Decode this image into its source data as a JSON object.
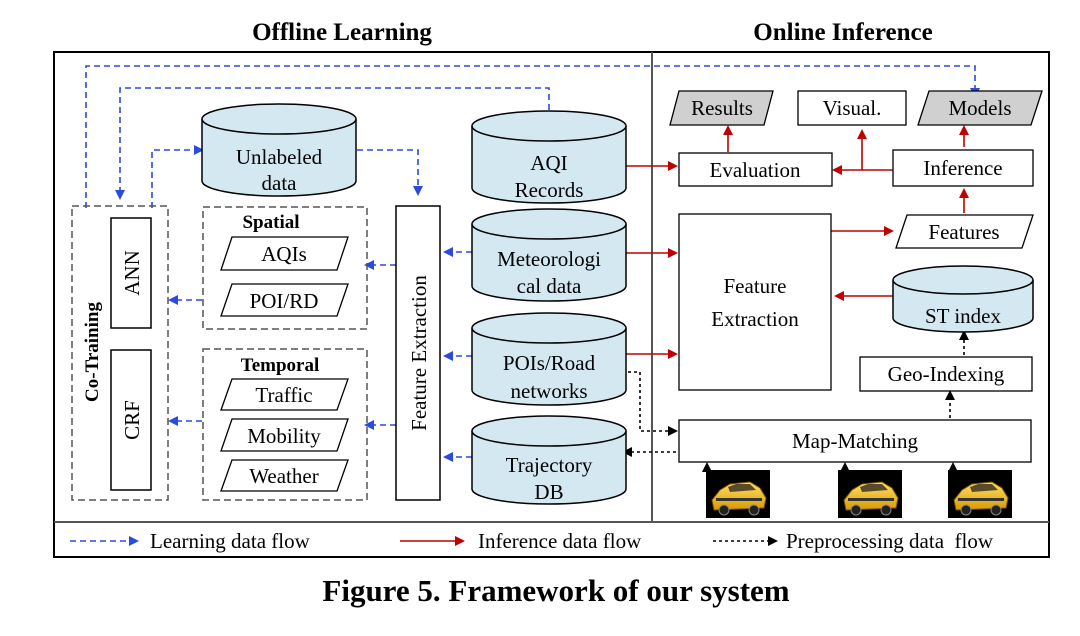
{
  "headers": {
    "offline": "Offline Learning",
    "online": "Online Inference"
  },
  "sources": {
    "unlabeled": [
      "Unlabeled",
      "data"
    ],
    "aqi": [
      "AQI",
      "Records"
    ],
    "meteorological": [
      "Meteorologi",
      "cal data"
    ],
    "pois": [
      "POIs/Road",
      "networks"
    ],
    "trajectory": [
      "Trajectory",
      "DB"
    ]
  },
  "offline": {
    "feature_extraction": "Feature Extraction",
    "spatial": {
      "title": "Spatial",
      "items": [
        "AQIs",
        "POI/RD"
      ]
    },
    "temporal": {
      "title": "Temporal",
      "items": [
        "Traffic",
        "Mobility",
        "Weather"
      ]
    },
    "co_training": "Co-Training",
    "ann": "ANN",
    "crf": "CRF"
  },
  "online": {
    "results": "Results",
    "visual": "Visual.",
    "models": "Models",
    "evaluation": "Evaluation",
    "inference": "Inference",
    "features": "Features",
    "feature_extraction": [
      "Feature",
      "Extraction"
    ],
    "st_index": "ST index",
    "geo_indexing": "Geo-Indexing",
    "map_matching": "Map-Matching"
  },
  "legend": {
    "learning": "Learning data flow",
    "inference": "Inference data flow",
    "preprocessing": "Preprocessing data  flow"
  },
  "caption": "Figure 5. Framework of our system",
  "colors": {
    "learning_flow": "#2a4bdc",
    "inference_flow": "#c00000",
    "preprocessing_flow": "#000000",
    "cylinder_fill": "#d4e8f2",
    "parallelogram_gray": "#d0d0d0"
  },
  "icons": {
    "taxi": "taxi-icon"
  }
}
